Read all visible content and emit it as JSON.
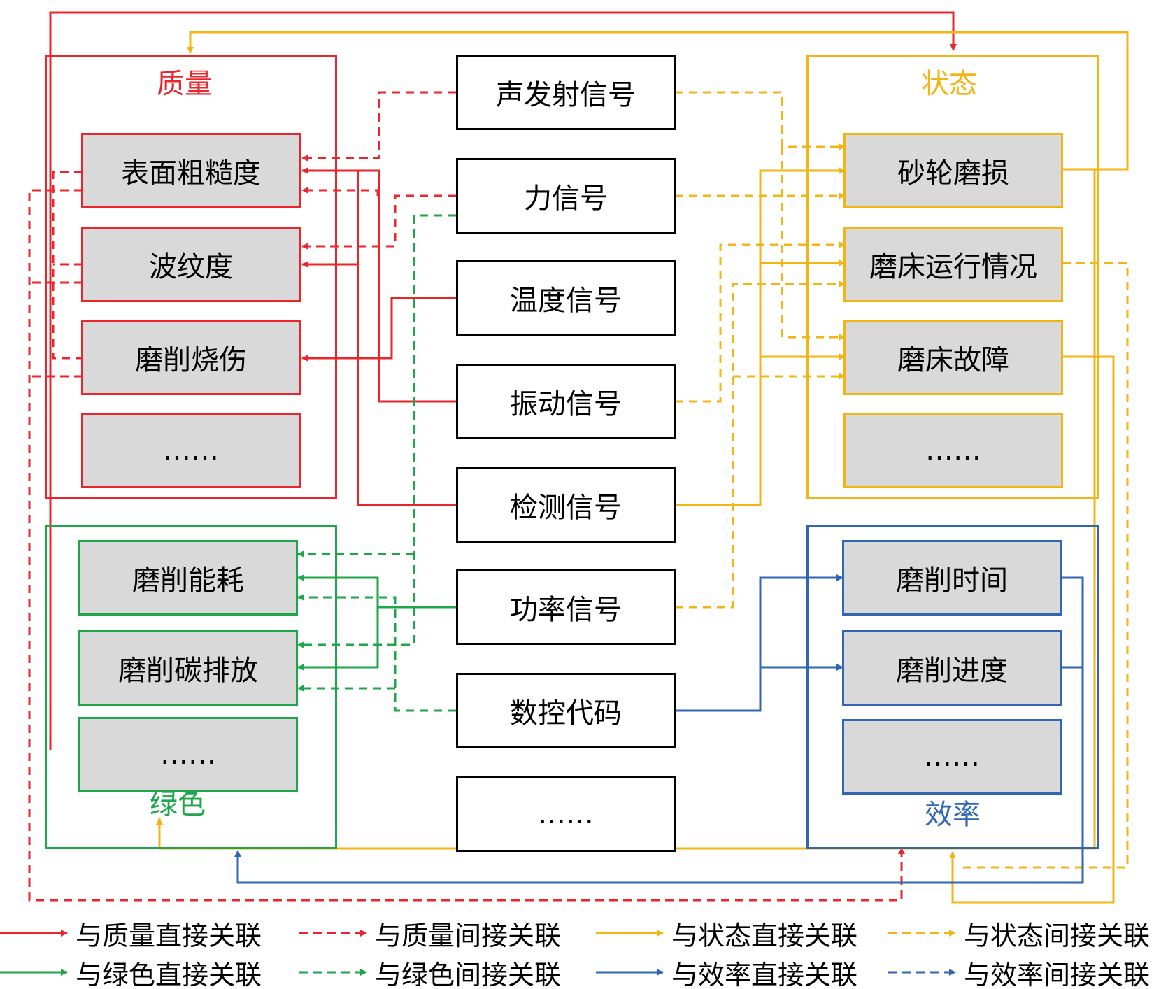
{
  "groups": {
    "quality": {
      "title": "质量",
      "color": "#e8262c",
      "items": [
        "表面粗糙度",
        "波纹度",
        "磨削烧伤",
        "……"
      ]
    },
    "state": {
      "title": "状态",
      "color": "#f2b516",
      "items": [
        "砂轮磨损",
        "磨床运行情况",
        "磨床故障",
        "……"
      ]
    },
    "green": {
      "title": "绿色",
      "color": "#1fa64a",
      "items": [
        "磨削能耗",
        "磨削碳排放",
        "……"
      ]
    },
    "efficiency": {
      "title": "效率",
      "color": "#3167b2",
      "items": [
        "磨削时间",
        "磨削进度",
        "……"
      ]
    }
  },
  "signals": [
    "声发射信号",
    "力信号",
    "温度信号",
    "振动信号",
    "检测信号",
    "功率信号",
    "数控代码",
    "……"
  ],
  "legend": [
    {
      "label": "与质量直接关联",
      "color": "#e8262c",
      "style": "solid"
    },
    {
      "label": "与质量间接关联",
      "color": "#e8262c",
      "style": "dashed"
    },
    {
      "label": "与状态直接关联",
      "color": "#f2b516",
      "style": "solid"
    },
    {
      "label": "与状态间接关联",
      "color": "#f2b516",
      "style": "dashed"
    },
    {
      "label": "与绿色直接关联",
      "color": "#1fa64a",
      "style": "solid"
    },
    {
      "label": "与绿色间接关联",
      "color": "#1fa64a",
      "style": "dashed"
    },
    {
      "label": "与效率直接关联",
      "color": "#3167b2",
      "style": "solid"
    },
    {
      "label": "与效率间接关联",
      "color": "#3167b2",
      "style": "dashed"
    }
  ]
}
